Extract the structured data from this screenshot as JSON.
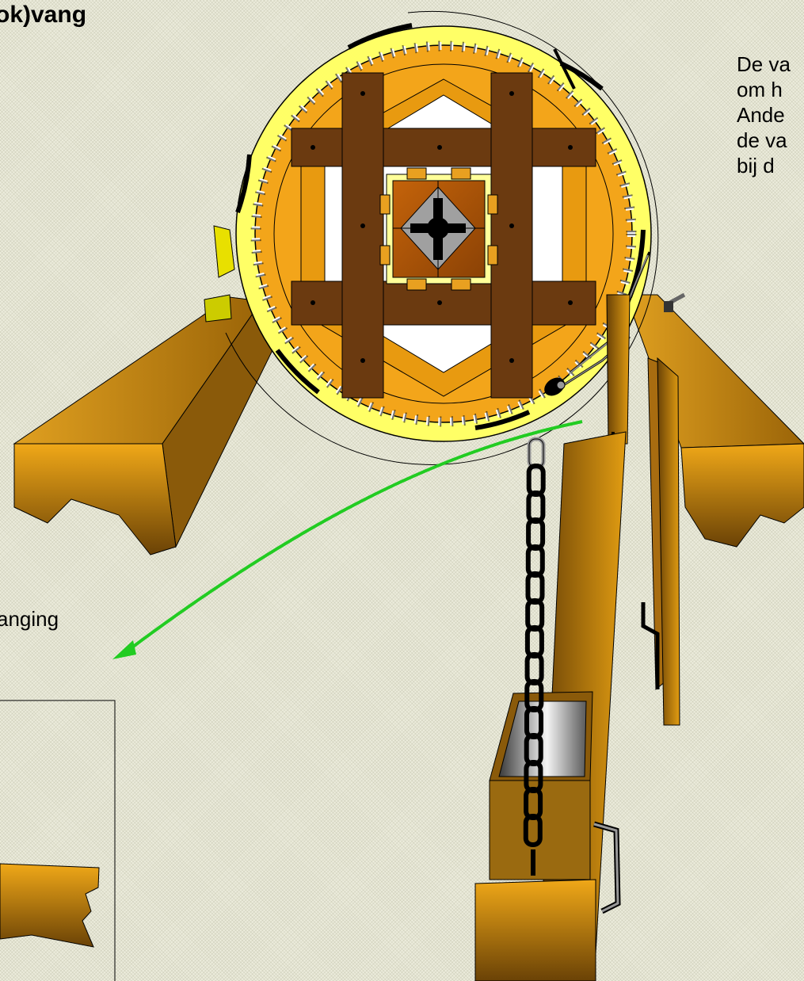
{
  "title": "ok)vang",
  "caption": "anging",
  "description_lines": [
    "De va",
    "om h",
    "Ande",
    "de va",
    " bij d"
  ],
  "colors": {
    "wood": "#d7940a",
    "wood_dark": "#6b3f08",
    "frame": "#6b3a10",
    "ring": "#f3a51a",
    "band": "#ffff66",
    "arrow": "#22cc22",
    "chain": "#000000",
    "metal": "#a0a0a0"
  }
}
